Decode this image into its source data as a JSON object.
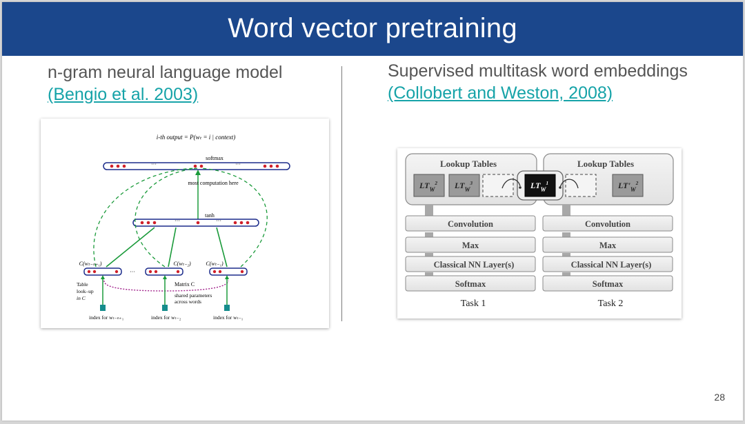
{
  "slide": {
    "title": "Word vector pretraining",
    "page_number": "28",
    "left": {
      "heading": "n-gram neural language model",
      "citation": "(Bengio et al. 2003)"
    },
    "right": {
      "heading": "Supervised multitask word embeddings",
      "citation": "(Collobert and Weston, 2008)"
    },
    "colors": {
      "title_bar": "#1b478c",
      "link": "#16a3a8",
      "text": "#555555"
    }
  },
  "bengio_figure": {
    "output_label": "i-th output = P(wₜ = i | context)",
    "softmax_label": "softmax",
    "most_computation_label": "most computation here",
    "tanh_label": "tanh",
    "c_labels": [
      "C(wₜ₋ₙ₊₁)",
      "C(wₜ₋₂)",
      "C(wₜ₋₁)"
    ],
    "table_lookup_label": [
      "Table",
      "look–up",
      "in C"
    ],
    "matrix_label": "Matrix C",
    "shared_label": [
      "shared parameters",
      "across words"
    ],
    "index_labels": [
      "index for wₜ₋ₙ₊₁",
      "index for wₜ₋₂",
      "index for wₜ₋₁"
    ],
    "dots": "···"
  },
  "collobert_figure": {
    "lookup_title": "Lookup Tables",
    "lookup_cells_task1": [
      "LT",
      "LT",
      "LT"
    ],
    "lookup_sub_task1": [
      "W",
      "W",
      "W"
    ],
    "lookup_sup_task1": [
      "2",
      "3",
      "1"
    ],
    "lookup_cells_task2": [
      "LT'"
    ],
    "lookup_sub_task2": [
      "W"
    ],
    "lookup_sup_task2": [
      "2"
    ],
    "layers": [
      "Convolution",
      "Max",
      "Classical NN Layer(s)",
      "Softmax"
    ],
    "tasks": [
      "Task 1",
      "Task 2"
    ]
  }
}
